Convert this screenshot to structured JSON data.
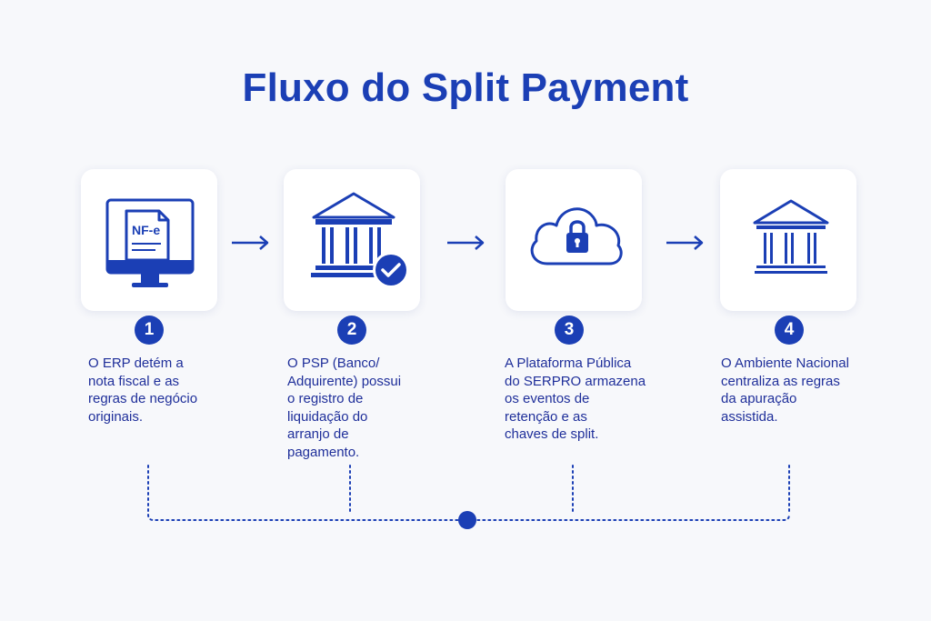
{
  "title": "Fluxo do Split Payment",
  "colors": {
    "accent": "#1b3fb5",
    "text": "#1f2f9a",
    "card_bg": "#ffffff",
    "page_bg": "#f7f8fb"
  },
  "steps": [
    {
      "number": "1",
      "icon": "monitor-document-icon",
      "icon_label": "NF-e",
      "lines": [
        "O ERP detém a",
        "nota fiscal e as",
        "regras de negócio",
        "originais."
      ]
    },
    {
      "number": "2",
      "icon": "bank-check-icon",
      "lines": [
        "O PSP (Banco/",
        "Adquirente) possui",
        "o registro de",
        "liquidação do",
        "arranjo de",
        "pagamento."
      ]
    },
    {
      "number": "3",
      "icon": "cloud-lock-icon",
      "lines": [
        "A Plataforma Pública",
        "do SERPRO armazena",
        "os eventos de",
        "retenção e as",
        "chaves de split."
      ]
    },
    {
      "number": "4",
      "icon": "institution-icon",
      "lines": [
        "O Ambiente Nacional",
        "centraliza as regras",
        "da apuração",
        "assistida."
      ]
    }
  ]
}
